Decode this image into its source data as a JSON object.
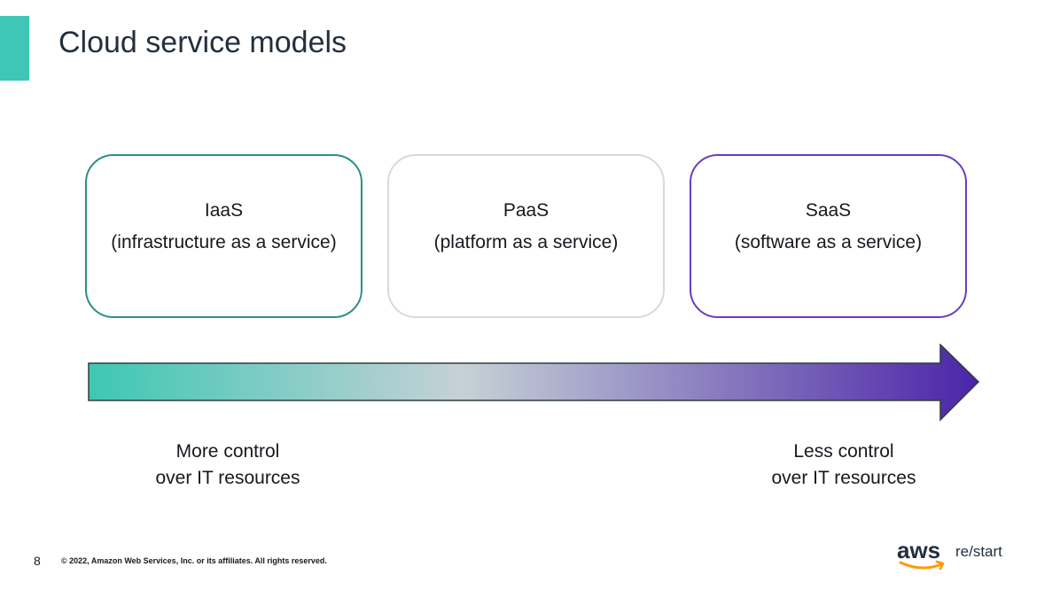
{
  "slide": {
    "title": "Cloud service models",
    "page_number": "8",
    "copyright": "© 2022, Amazon Web Services, Inc. or its affiliates. All rights reserved."
  },
  "models": [
    {
      "acronym": "IaaS",
      "description": "(infrastructure as a service)"
    },
    {
      "acronym": "PaaS",
      "description": "(platform as a service)"
    },
    {
      "acronym": "SaaS",
      "description": "(software as a service)"
    }
  ],
  "spectrum": {
    "left_label_line1": "More control",
    "left_label_line2": "over IT resources",
    "right_label_line1": "Less control",
    "right_label_line2": "over IT resources"
  },
  "brand": {
    "logo_text": "aws",
    "product_text": "re/start"
  },
  "colors": {
    "accent_teal": "#3ec7b4",
    "card_iaas_border": "#2a8f85",
    "card_paas_border": "#d6dadb",
    "card_saas_border": "#6a3cc2",
    "arrow_gradient_start": "#3ec7b4",
    "arrow_gradient_mid": "#c6d1d6",
    "arrow_gradient_end": "#4b24a8",
    "aws_smile": "#ff9900"
  },
  "icons": {
    "brand_logo": "aws-smile-logo",
    "arrow": "right-arrow"
  }
}
